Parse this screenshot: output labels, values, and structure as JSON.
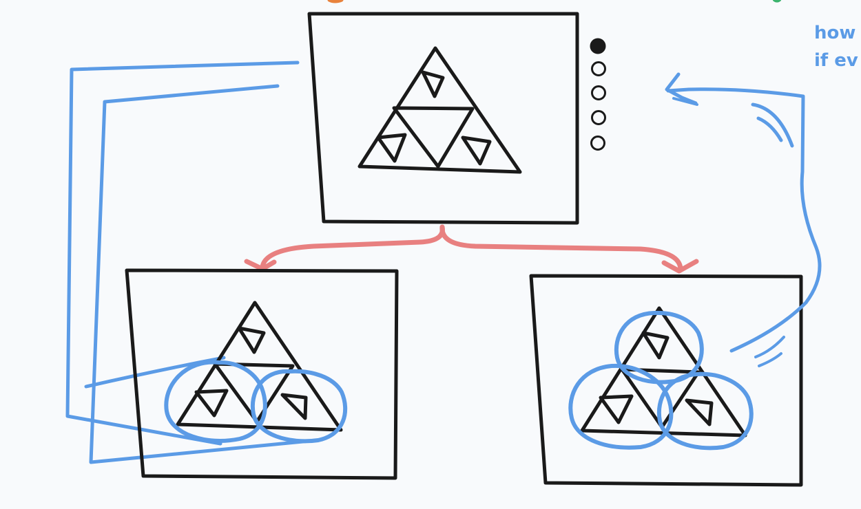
{
  "canvas": {
    "background": "#f8fafc"
  },
  "colors": {
    "ink": "#1a1a1a",
    "annotation_blue": "#5b9be6",
    "arrow_red": "#e88080",
    "partial_orange": "#e8823c",
    "partial_green": "#3cb46e"
  },
  "frames": [
    {
      "id": "parent-frame",
      "content": "sierpinski-triangle"
    },
    {
      "id": "child-frame-left",
      "content": "sierpinski-triangle",
      "highlighted_subtriangles": 2
    },
    {
      "id": "child-frame-right",
      "content": "sierpinski-triangle",
      "highlighted_subtriangles": 3
    }
  ],
  "pagination": {
    "total": 5,
    "selected_index": 0
  },
  "note": {
    "line1": "how",
    "line2": "if ev"
  },
  "icons": {
    "pagination_dot": "circle-icon",
    "feedback_arrow": "arrow-left-icon"
  }
}
